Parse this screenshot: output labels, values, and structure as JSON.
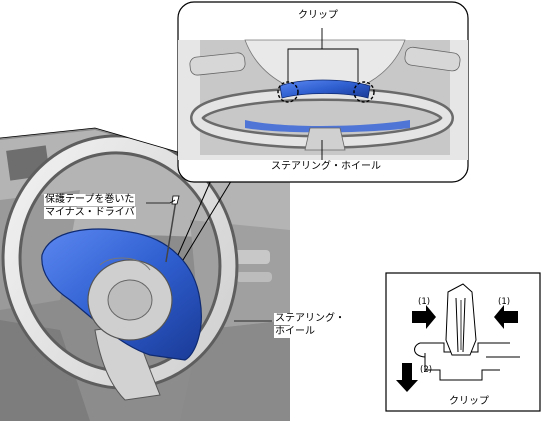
{
  "callout_top": {
    "clip_label": "クリップ",
    "wheel_label": "ステアリング・ホイール"
  },
  "main_view": {
    "screwdriver_label_line1": "保護テープを巻いた",
    "screwdriver_label_line2": "マイナス・ドライバ",
    "wheel_label_line1": "ステアリング・",
    "wheel_label_line2": "ホイール"
  },
  "detail_box": {
    "arrow_left_label": "(1)",
    "arrow_right_label": "(1)",
    "arrow_down_label": "(2)",
    "caption": "クリップ"
  },
  "colors": {
    "airbag_blue": "#2f5fd0",
    "line": "#000000",
    "gray_dark": "#6f6f6f",
    "gray_light": "#d8d8d8"
  }
}
